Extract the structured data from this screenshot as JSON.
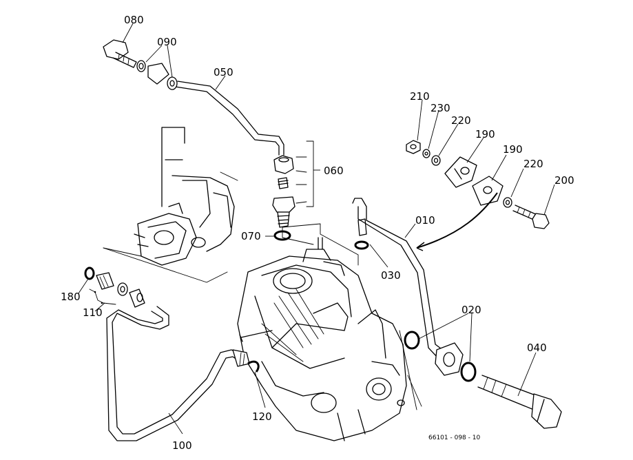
{
  "part_labels": {
    "p010": "010",
    "p020": "020",
    "p030": "030",
    "p040": "040",
    "p050": "050",
    "p060": "060",
    "p070": "070",
    "p080": "080",
    "p090": "090",
    "p100": "100",
    "p110": "110",
    "p120": "120",
    "p180": "180",
    "p190a": "190",
    "p190b": "190",
    "p200": "200",
    "p210": "210",
    "p220a": "220",
    "p220b": "220",
    "p230": "230"
  },
  "figure_ref": "66101 - 098 - 10"
}
